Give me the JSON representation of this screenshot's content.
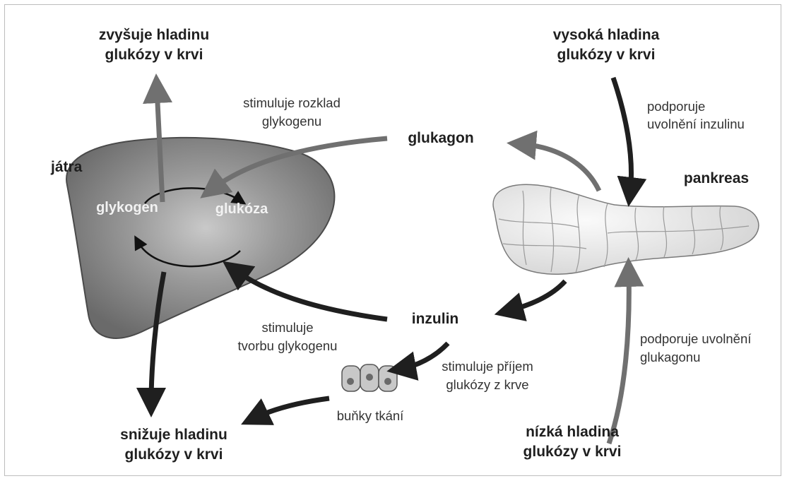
{
  "labels": {
    "zvysuje_line1": "zvyšuje hladinu",
    "zvysuje_line2": "glukózy v krvi",
    "vysoka_line1": "vysoká hladina",
    "vysoka_line2": "glukózy v krvi",
    "stim_rozklad_line1": "stimuluje rozklad",
    "stim_rozklad_line2": "glykogenu",
    "podporuje_inz_line1": "podporuje",
    "podporuje_inz_line2": "uvolnění inzulinu",
    "glukagon": "glukagon",
    "jatra": "játra",
    "pankreas": "pankreas",
    "glykogen": "glykogen",
    "glukoza": "glukóza",
    "inzulin": "inzulin",
    "stim_tvorbu_line1": "stimuluje",
    "stim_tvorbu_line2": "tvorbu glykogenu",
    "podporuje_glu_line1": "podporuje uvolnění",
    "podporuje_glu_line2": "glukagonu",
    "stim_prijem_line1": "stimuluje příjem",
    "stim_prijem_line2": "glukózy z krve",
    "bunky": "buňky tkání",
    "snizuje_line1": "snižuje hladinu",
    "snizuje_line2": "glukózy v krvi",
    "nizka_line1": "nízká hladina",
    "nizka_line2": "glukózy v krvi"
  },
  "colors": {
    "dark_arrow": "#1f1f1f",
    "grey_arrow": "#707070",
    "liver_fill": "#8a8a8a",
    "pancreas_fill": "#eeeeee"
  },
  "icons": {
    "liver": "liver-illustration",
    "pancreas": "pancreas-illustration",
    "cells": "tissue-cells-illustration"
  }
}
